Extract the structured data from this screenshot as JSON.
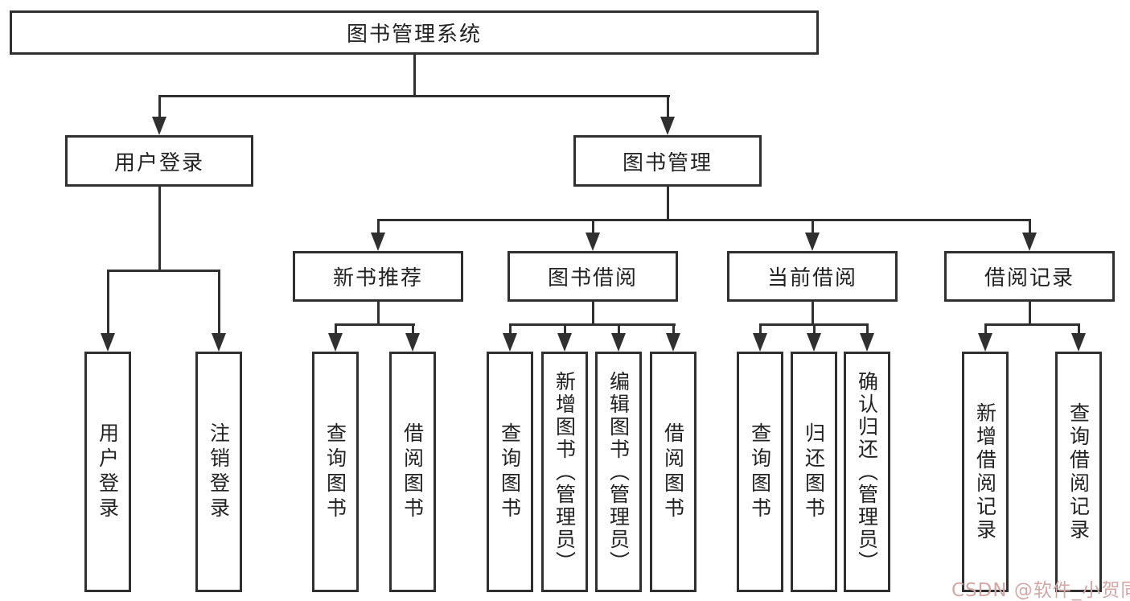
{
  "diagram": {
    "title": "图书管理系统",
    "nodes": {
      "root": "图书管理系统",
      "user_login": "用户登录",
      "book_mgmt": "图书管理",
      "new_books": "新书推荐",
      "book_borrow": "图书借阅",
      "current_borrow": "当前借阅",
      "borrow_records": "借阅记录",
      "leaf_user_login": "用户登录",
      "leaf_logout": "注销登录",
      "nb_query": "查询图书",
      "nb_borrow": "借阅图书",
      "bb_query": "查询图书",
      "bb_add": "新增图书（管理员）",
      "bb_edit": "编辑图书（管理员）",
      "bb_borrow": "借阅图书",
      "cb_query": "查询图书",
      "cb_return": "归还图书",
      "cb_confirm": "确认归还（管理员）",
      "br_add": "新增借阅记录",
      "br_query": "查询借阅记录"
    },
    "colors": {
      "line": "#303030",
      "box_border": "#303030",
      "box_background": "#ffffff",
      "text": "#222222",
      "watermark": "#d4a7a7"
    },
    "watermark": "CSDN @软件_小贺同学"
  }
}
